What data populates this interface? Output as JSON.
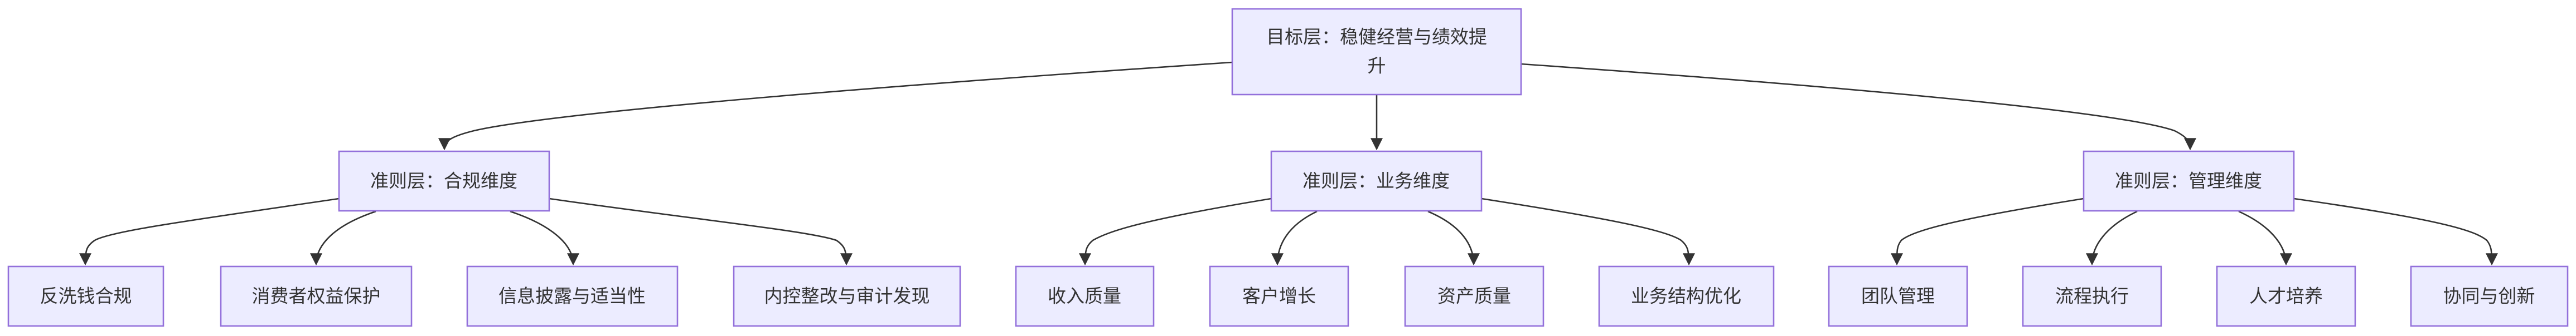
{
  "nodes": {
    "goal": {
      "label_line1": "目标层：稳健经营与绩效提",
      "label_line2": "升"
    },
    "compliance": {
      "label": "准则层：合规维度"
    },
    "business": {
      "label": "准则层：业务维度"
    },
    "management": {
      "label": "准则层：管理维度"
    },
    "aml": {
      "label": "反洗钱合规"
    },
    "consumer": {
      "label": "消费者权益保护"
    },
    "disclosure": {
      "label": "信息披露与适当性"
    },
    "internal_control": {
      "label": "内控整改与审计发现"
    },
    "revenue": {
      "label": "收入质量"
    },
    "customer": {
      "label": "客户增长"
    },
    "asset": {
      "label": "资产质量"
    },
    "structure": {
      "label": "业务结构优化"
    },
    "team": {
      "label": "团队管理"
    },
    "process": {
      "label": "流程执行"
    },
    "talent": {
      "label": "人才培养"
    },
    "innovation": {
      "label": "协同与创新"
    }
  },
  "colors": {
    "node_fill": "#ECECFF",
    "node_stroke": "#9370DB",
    "edge": "#333333",
    "text": "#333333"
  }
}
